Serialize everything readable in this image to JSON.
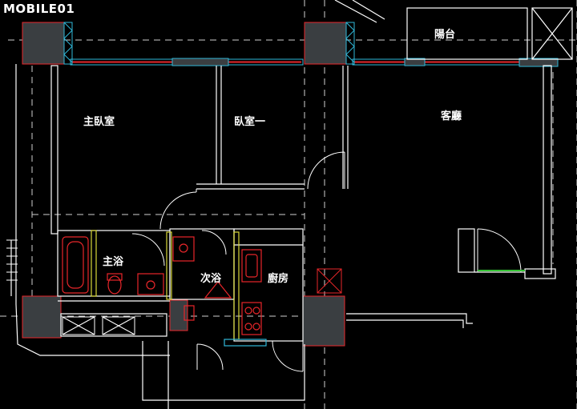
{
  "watermark": {
    "text": "MOBILE01"
  },
  "rooms": {
    "balcony": "陽台",
    "master_bedroom": "主臥室",
    "bedroom_one": "臥室一",
    "living_room": "客廳",
    "master_bath": "主浴",
    "second_bath": "次浴",
    "kitchen": "廚房"
  },
  "colors": {
    "wall": "#ffffff",
    "cyan": "#31b7d8",
    "red": "#e8262a",
    "yellow": "#d8d838",
    "green": "#34c334",
    "column": "#3a3e41",
    "background": "#000000"
  }
}
